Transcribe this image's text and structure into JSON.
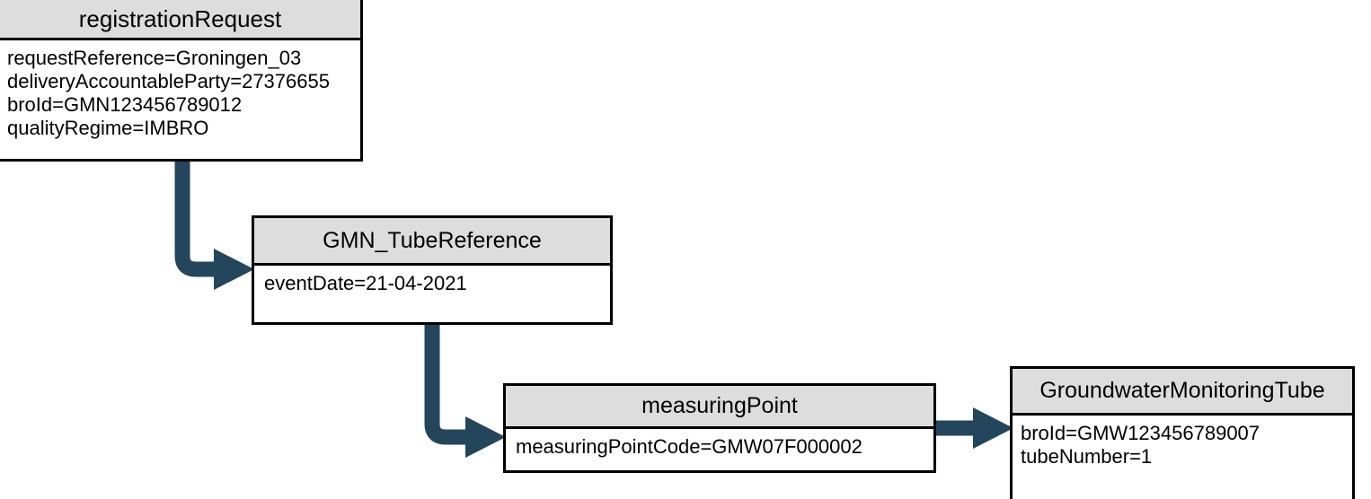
{
  "diagram": {
    "type": "uml-object-diagram",
    "background_color": "#ffffff",
    "header_fill_color": "#dddddd",
    "border_color": "#000000",
    "connector_color": "#24465c",
    "boxes": [
      {
        "id": "registrationRequest",
        "title": "registrationRequest",
        "attributes": [
          "requestReference=Groningen_03",
          "deliveryAccountableParty=27376655",
          "broId=GMN123456789012",
          "qualityRegime=IMBRO"
        ]
      },
      {
        "id": "GMN_TubeReference",
        "title": "GMN_TubeReference",
        "attributes": [
          "eventDate=21-04-2021"
        ]
      },
      {
        "id": "measuringPoint",
        "title": "measuringPoint",
        "attributes": [
          "measuringPointCode=GMW07F000002"
        ]
      },
      {
        "id": "GroundwaterMonitoringTube",
        "title": "GroundwaterMonitoringTube",
        "attributes": [
          "broId=GMW123456789007",
          "tubeNumber=1"
        ]
      }
    ],
    "connectors": [
      {
        "id": "registrationRequest-to-GMN_TubeReference",
        "from": "registrationRequest",
        "to": "GMN_TubeReference",
        "style": "elbow-down-right",
        "arrowhead": "solid-triangle"
      },
      {
        "id": "GMN_TubeReference-to-measuringPoint",
        "from": "GMN_TubeReference",
        "to": "measuringPoint",
        "style": "elbow-down-right",
        "arrowhead": "solid-triangle"
      },
      {
        "id": "measuringPoint-to-GroundwaterMonitoringTube",
        "from": "measuringPoint",
        "to": "GroundwaterMonitoringTube",
        "style": "straight-right",
        "arrowhead": "solid-triangle"
      }
    ]
  }
}
